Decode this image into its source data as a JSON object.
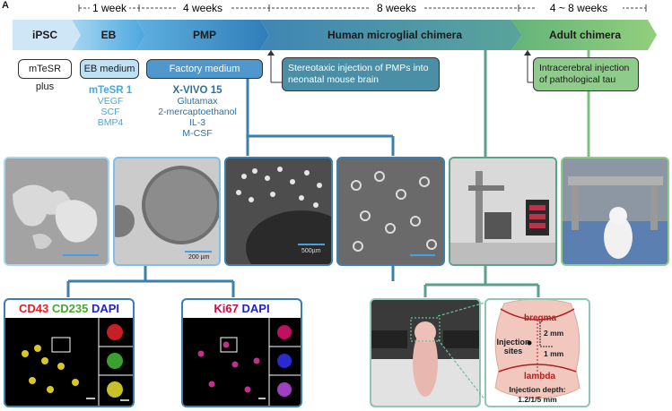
{
  "panel_letter": "A",
  "timeline": {
    "durations": [
      "1 week",
      "4 weeks",
      "8 weeks",
      "4 ~ 8 weeks"
    ]
  },
  "stages": [
    {
      "label": "iPSC",
      "color": "#c9e2f4"
    },
    {
      "label": "EB",
      "color": "#5fb6e6"
    },
    {
      "label": "PMP",
      "color": "#3a8fc9"
    },
    {
      "label": "Human microglial chimera",
      "color": "#4a8fa6"
    },
    {
      "label": "Adult chimera",
      "color": "#7cc27a"
    }
  ],
  "media": {
    "ipsc": "mTeSR plus",
    "eb": "EB medium",
    "pmp": "Factory medium"
  },
  "eb_supplements": {
    "title": "mTeSR 1",
    "items": [
      "VEGF",
      "SCF",
      "BMP4"
    ]
  },
  "pmp_supplements": {
    "title": "X-VIVO 15",
    "items": [
      "Glutamax",
      "2-mercaptoethanol",
      "IL-3",
      "M-CSF"
    ]
  },
  "events": {
    "injection_pmp": "Stereotaxic injection of PMPs into neonatal mouse brain",
    "injection_tau": "Intracerebral injection of pathological tau"
  },
  "micrographs": {
    "scale_1": "200 µm",
    "scale_2": "500µm"
  },
  "stains": {
    "left": {
      "cd43": "CD43",
      "cd235": "CD235",
      "dapi": "DAPI"
    },
    "right": {
      "ki67": "Ki67",
      "dapi": "DAPI"
    }
  },
  "brain_diagram": {
    "bregma": "bregma",
    "lambda": "lambda",
    "dim_1": "2 mm",
    "dim_2": "1 mm",
    "sites": "Injection sites",
    "depth_label": "Injection depth:",
    "depth_value": "1.2/1/5 mm"
  },
  "colors": {
    "ipsc": "#c9e2f4",
    "eb": "#5fb6e6",
    "pmp": "#3a8fc9",
    "chimera": "#4a8fa6",
    "adult": "#7cc27a",
    "cd43": "#e0212a",
    "cd235": "#4aa832",
    "dapi": "#2323c8",
    "ki67": "#d10a4a",
    "brain_fill": "#f2c8be",
    "brain_line": "#b02020"
  }
}
